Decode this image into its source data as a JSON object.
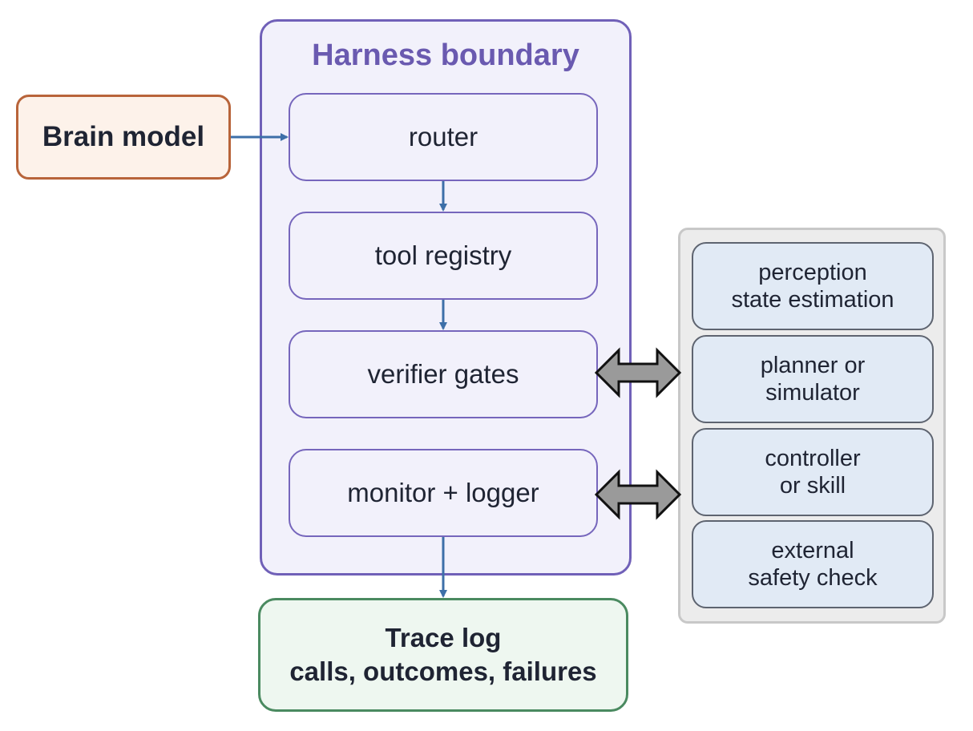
{
  "harness": {
    "title": "Harness boundary",
    "steps": [
      "router",
      "tool registry",
      "verifier gates",
      "monitor + logger"
    ]
  },
  "brain": {
    "label": "Brain model"
  },
  "trace": {
    "line1": "Trace log",
    "line2": "calls, outcomes, failures"
  },
  "external": {
    "modules": [
      {
        "line1": "perception",
        "line2": "state estimation"
      },
      {
        "line1": "planner or",
        "line2": "simulator"
      },
      {
        "line1": "controller",
        "line2": "or skill"
      },
      {
        "line1": "external",
        "line2": "safety check"
      }
    ]
  },
  "colors": {
    "harness_border": "#7060b8",
    "arrow": "#3d6fa8",
    "double_arrow_fill": "#9a9a9a",
    "brain_border": "#b8643a",
    "trace_border": "#4a8a60",
    "module_fill": "#e1eaf5"
  }
}
